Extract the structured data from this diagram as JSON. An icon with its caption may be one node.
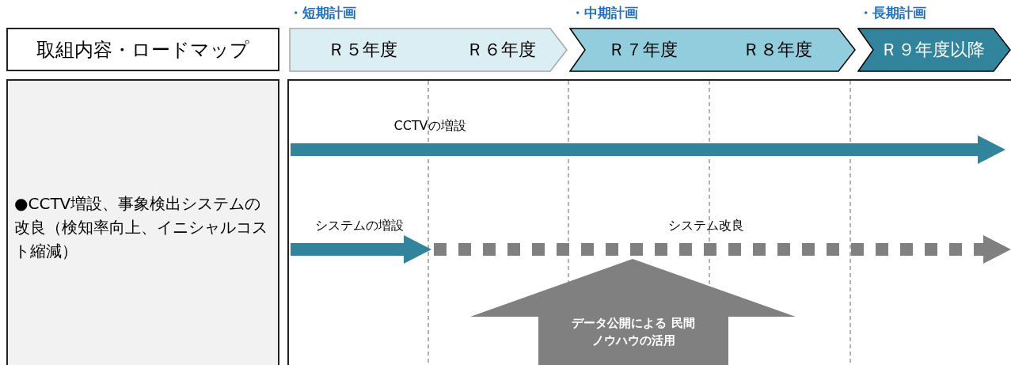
{
  "diagram": {
    "nodes": [
      {
        "text": [
          "取組内容・ロードマップ"
        ]
      },
      {
        "text": [
          "・短期計画",
          "Ｒ５年度",
          "Ｒ６年度"
        ]
      },
      {
        "text": [
          "・中期計画",
          "Ｒ７年度",
          "Ｒ８年度"
        ]
      },
      {
        "text": [
          "・長期計画",
          "Ｒ９年度以降"
        ]
      },
      {
        "text": [
          "●CCTV増設、事象検出システムの改良（検知率向上、イニシャルコスト縮減）"
        ]
      },
      {
        "text": [],
        "shape": "box"
      },
      {
        "text": [
          "データ公開による 民間ノウハウの活用"
        ],
        "in": 5
      }
    ],
    "labels": [
      "CCTVの増設",
      "システムの増設",
      "システム改良"
    ]
  }
}
